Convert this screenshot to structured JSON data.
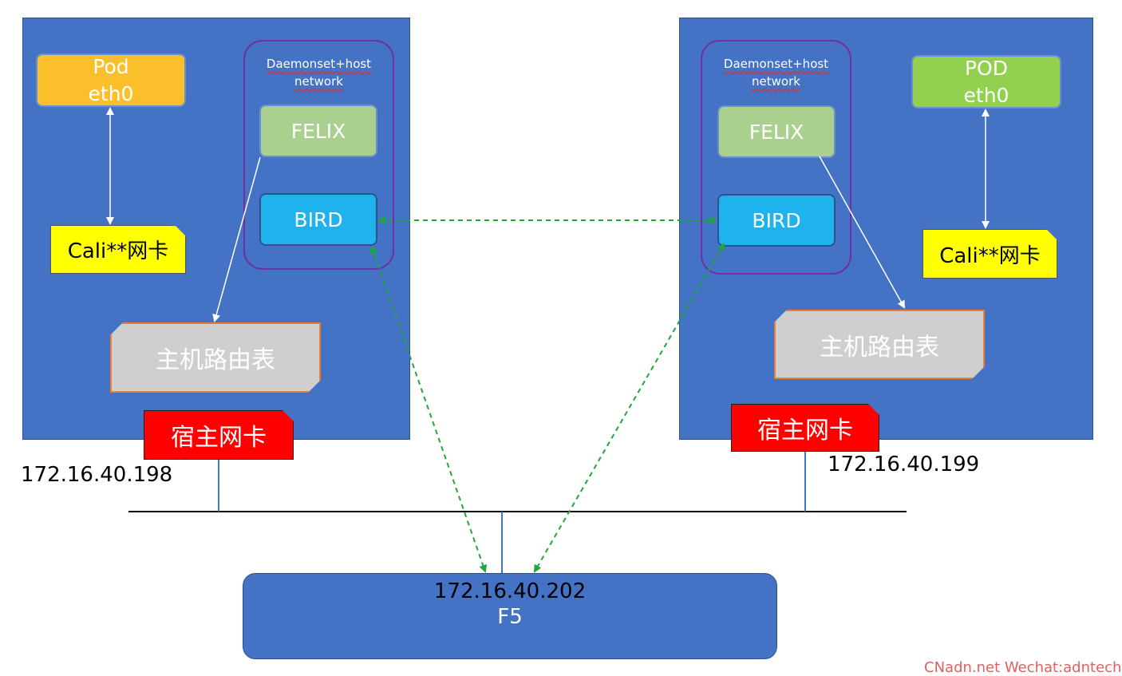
{
  "left_host": {
    "pod": {
      "line1": "Pod",
      "line2": "eth0"
    },
    "daemonset_label": {
      "line1": "Daemonset+host",
      "line2": "network"
    },
    "felix": "FELIX",
    "bird": "BIRD",
    "cali_nic": "Cali**网卡",
    "route_table": "主机路由表",
    "host_nic": "宿主网卡",
    "ip": "172.16.40.198"
  },
  "right_host": {
    "pod": {
      "line1": "POD",
      "line2": "eth0"
    },
    "daemonset_label": {
      "line1": "Daemonset+host",
      "line2": "network"
    },
    "felix": "FELIX",
    "bird": "BIRD",
    "cali_nic": "Cali**网卡",
    "route_table": "主机路由表",
    "host_nic": "宿主网卡",
    "ip": "172.16.40.199"
  },
  "f5": {
    "ip": "172.16.40.202",
    "name": "F5"
  },
  "watermark": "CNadn.net Wechat:adntech",
  "colors": {
    "host_bg": "#4472c4",
    "pod_left": "#fbbf2c",
    "pod_right": "#92d050",
    "felix": "#a9d08e",
    "bird": "#1fb3ee",
    "cali": "#ffff00",
    "route": "#d0cece",
    "host_nic": "#ff0000",
    "bgp_link": "#1fa83a"
  }
}
